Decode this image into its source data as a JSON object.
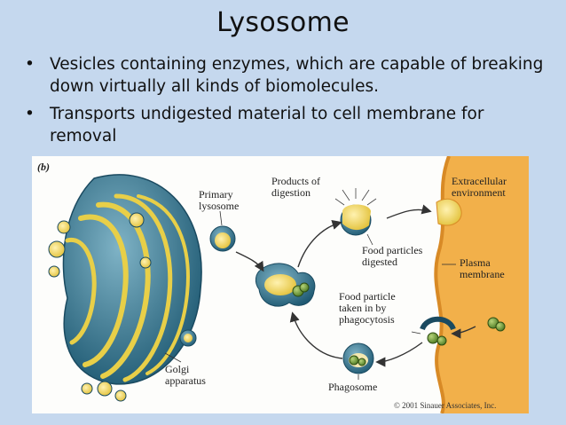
{
  "slide": {
    "title": "Lysosome",
    "bullets": [
      "Vesicles containing enzymes, which are capable of breaking down virtually all kinds of biomolecules.",
      "Transports undigested material to cell membrane for removal"
    ]
  },
  "figure": {
    "tag": "(b)",
    "labels": {
      "primary_lysosome": [
        "Primary",
        "lysosome"
      ],
      "products_of_digestion": [
        "Products of",
        "digestion"
      ],
      "extracellular_environment": [
        "Extracellular",
        "environment"
      ],
      "food_particles_digested": [
        "Food particles",
        "digested"
      ],
      "plasma_membrane": [
        "Plasma",
        "membrane"
      ],
      "food_particle_phagocytosis": [
        "Food particle",
        "taken in by",
        "phagocytosis"
      ],
      "golgi_apparatus": [
        "Golgi",
        "apparatus"
      ],
      "phagosome": [
        "Phagosome"
      ]
    },
    "copyright": "© 2001 Sinauer Associates, Inc.",
    "colors": {
      "golgi_blue": "#2f6f8a",
      "golgi_yellow": "#e8cf48",
      "membrane_orange": "#f2b04a",
      "particle_green": "#6e9a3a"
    }
  }
}
